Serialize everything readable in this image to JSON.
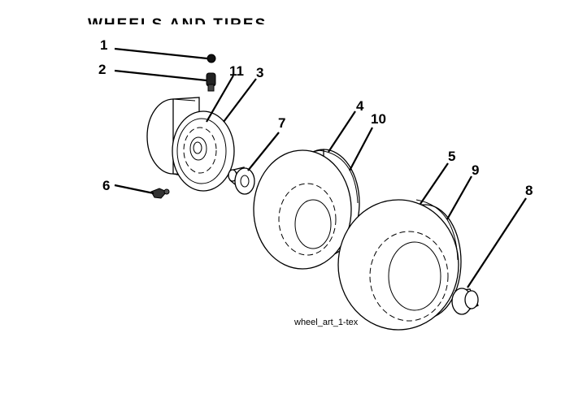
{
  "title": "WHEELS AND TIRES",
  "caption": "wheel_art_1-tex",
  "callouts": [
    "1",
    "2",
    "3",
    "4",
    "5",
    "6",
    "7",
    "8",
    "9",
    "10",
    "11"
  ]
}
